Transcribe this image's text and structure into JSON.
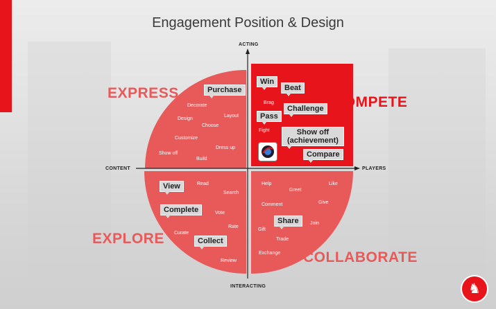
{
  "title": "Engagement Position & Design",
  "axes": {
    "top": "ACTING",
    "bottom": "INTERACTING",
    "left": "CONTENT",
    "right": "PLAYERS"
  },
  "quadrants": {
    "express": {
      "title": "EXPRESS",
      "tags": [
        "Purchase"
      ],
      "words": [
        "Decorate",
        "Layout",
        "Design",
        "Choose",
        "Customize",
        "Dress up",
        "Show off",
        "Build"
      ]
    },
    "compete": {
      "title": "COMPETE",
      "tags": [
        "Win",
        "Beat",
        "Challenge",
        "Pass",
        "Show off (achievement)",
        "Compare"
      ],
      "words": [
        "Brag",
        "Fight"
      ]
    },
    "explore": {
      "title": "EXPLORE",
      "tags": [
        "View",
        "Complete",
        "Collect"
      ],
      "words": [
        "Read",
        "Search",
        "Vote",
        "Rate",
        "Curate",
        "Review"
      ]
    },
    "collaborate": {
      "title": "COLLABORATE",
      "tags": [
        "Share"
      ],
      "words": [
        "Help",
        "Greet",
        "Like",
        "Comment",
        "Give",
        "Join",
        "Gift",
        "Trade",
        "Exchange"
      ]
    }
  },
  "colors": {
    "light_red": "#e85555",
    "strong_red": "#e8141c"
  },
  "icons": [
    "app-badge-icon",
    "horse-logo-icon"
  ]
}
